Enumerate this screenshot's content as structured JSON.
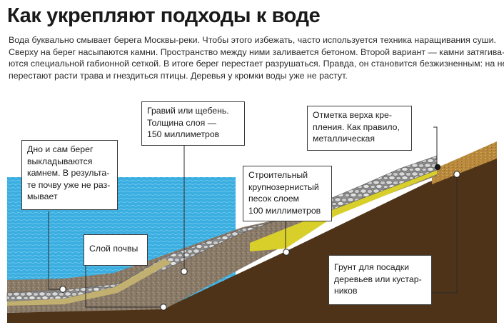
{
  "title": "Как укрепляют подходы к воде",
  "lead": [
    "Вода буквально смывает берега Москвы-реки. Чтобы этого избежать, часто используется техника наращивания суши.",
    "Сверху на берег насыпаются камни. Пространство между ними заливается бетоном. Второй вариант — камни затягива-",
    "ются специальной габионной сеткой. В итоге берег перестает разрушаться. Правда, он становится безжизненным: на нем",
    "перестают расти трава и гнездиться птицы. Деревья у кромки воды уже не растут."
  ],
  "callouts": {
    "bottom": [
      "Дно и сам берег",
      "выкладываются",
      "камнем. В результа-",
      "те почву уже не раз-",
      "мывает"
    ],
    "gravel": [
      "Гравий или щебень.",
      "Толщина слоя —",
      "150 миллиметров"
    ],
    "mark": [
      "Отметка верха кре-",
      "пления. Как правило,",
      "металлическая"
    ],
    "sand": [
      "Строительный",
      "крупнозернистый",
      "песок слоем",
      "100 миллиметров"
    ],
    "soil": [
      "Слой почвы"
    ],
    "ground": [
      "Грунт для посадки",
      "деревьев или кустар-",
      "ников"
    ]
  },
  "colors": {
    "water": "#3aaee0",
    "ground": "#4e3318",
    "soil": "#8a7a68",
    "sand": "#d9cf2a",
    "grass": "#b8893c",
    "stone": "#a8a8a8"
  }
}
